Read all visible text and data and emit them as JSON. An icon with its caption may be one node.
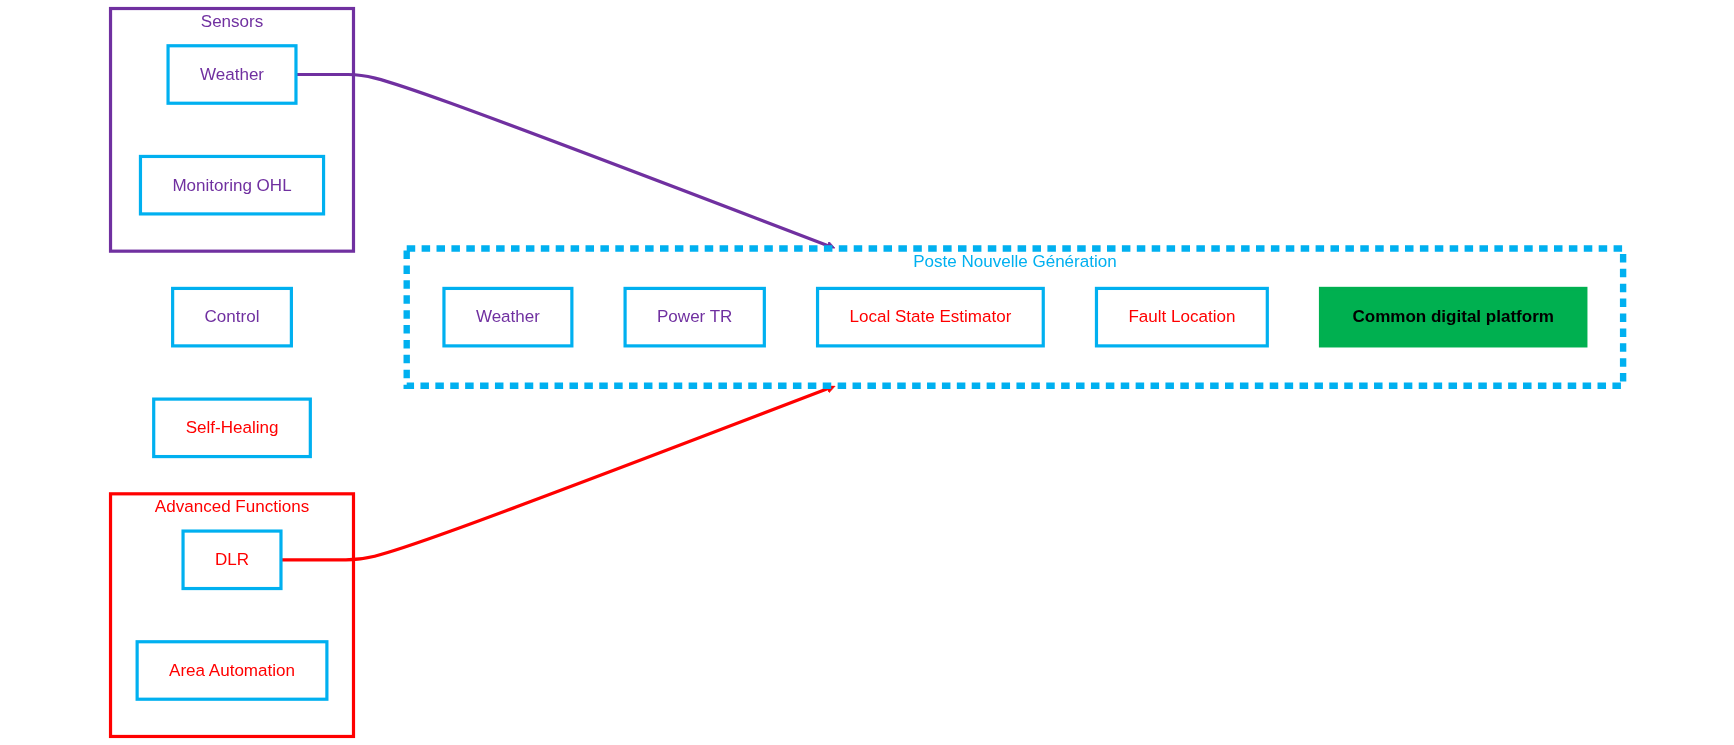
{
  "diagram": {
    "nodes": [
      {
        "text": [
          "Sensors"
        ]
      },
      {
        "text": [
          "Weather"
        ],
        "in": 0
      },
      {
        "text": [
          "Monitoring OHL"
        ],
        "in": 0
      },
      {
        "text": [
          "Control"
        ]
      },
      {
        "text": [
          "Self-Healing"
        ]
      },
      {
        "text": [
          "Poste Nouvelle Génération"
        ]
      },
      {
        "text": [
          "Weather"
        ],
        "in": 5
      },
      {
        "text": [
          "Power TR"
        ],
        "in": 5
      },
      {
        "text": [
          "Local State Estimator"
        ],
        "in": 5
      },
      {
        "text": [
          "Fault Location"
        ],
        "in": 5
      },
      {
        "text": [
          "Common digital platform"
        ],
        "in": 5
      },
      {
        "text": [
          "Advanced Functions"
        ]
      },
      {
        "text": [
          "DLR"
        ],
        "in": 11
      },
      {
        "text": [
          "Area Automation"
        ],
        "in": 11
      }
    ],
    "edges": [
      {
        "from": 1,
        "to": 5,
        "arrow": "to",
        "color": "#7030a0"
      },
      {
        "from": 12,
        "to": 5,
        "arrow": "to",
        "color": "#ff0000"
      }
    ]
  }
}
